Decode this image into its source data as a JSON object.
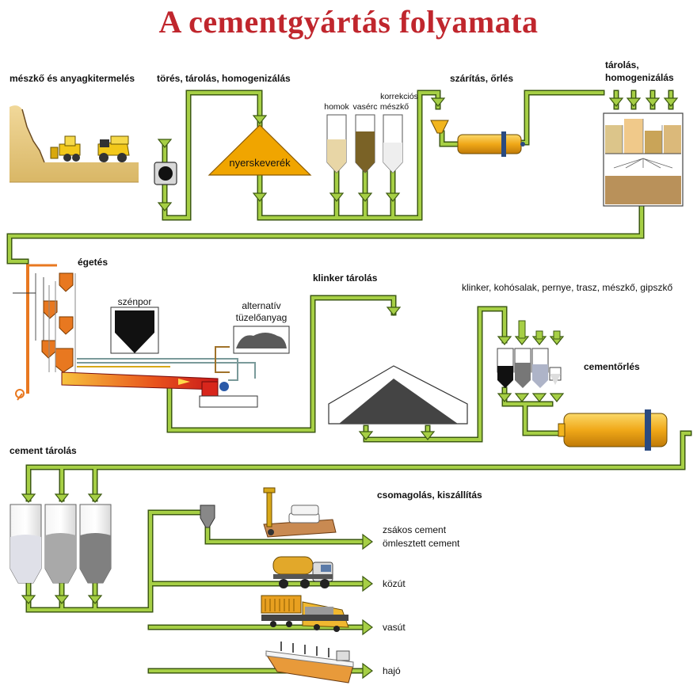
{
  "title": "A cementgyártás folyamata",
  "stages": {
    "quarrying": "mészkő és anyagkitermelés",
    "crushing": "törés, tárolás, homogenizálás",
    "drying": "szárítás, őrlés",
    "storage_homog_1": "tárolás,",
    "storage_homog_2": "homogenizálás",
    "burning": "égetés",
    "clinker_storage": "klinker tárolás",
    "additives": "klinker, kohósalak, pernye, trasz, mészkő, gipszkő",
    "cement_grinding": "cementőrlés",
    "cement_storage": "cement tárolás",
    "packaging": "csomagolás, kiszállítás"
  },
  "items": {
    "raw_mixer": "nyerskeverék",
    "sand": "homok",
    "iron_ore": "vasérc",
    "correction_1": "korrekciós",
    "correction_2": "mészkő",
    "coal_dust": "szénpor",
    "alt_fuel_1": "alternatív",
    "alt_fuel_2": "tüzelőanyag"
  },
  "dispatch": {
    "bagged": "zsákos cement",
    "bulk": "ömlesztett cement",
    "road": "közút",
    "rail": "vasút",
    "ship": "hajó"
  },
  "colors": {
    "title": "#c0262d",
    "pipe": "#9bc53d",
    "pipe_edge": "#3d5a12",
    "mixer": "#f0a500",
    "mill": "#f2b51e",
    "kiln_hot": "#d8261c",
    "preheater": "#e87820"
  }
}
